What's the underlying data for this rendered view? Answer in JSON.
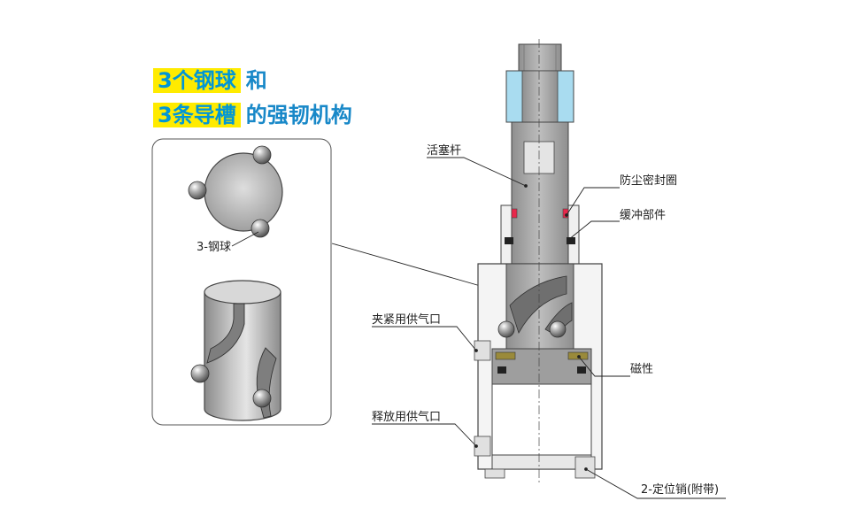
{
  "headline": {
    "line1_highlight": "3个钢球",
    "line1_rest": "和",
    "line2_highlight": "3条导槽",
    "line2_rest": "的强韧机构"
  },
  "labels": {
    "piston_rod": "活塞杆",
    "dust_seal": "防尘密封圈",
    "buffer_part": "缓冲部件",
    "clamp_air_port": "夹紧用供气口",
    "magnet": "磁性",
    "release_air_port": "释放用供气口",
    "locating_pin": "2-定位销(附带)",
    "steel_ball": "3-钢球"
  },
  "colors": {
    "headline_highlight_bg": "#ffeb00",
    "headline_highlight_text": "#0096d6",
    "headline_text": "#1888c8",
    "clamp_block": "#a9dcf0",
    "seal_red": "#e8274b",
    "magnet_olive": "#9a8a3a"
  }
}
